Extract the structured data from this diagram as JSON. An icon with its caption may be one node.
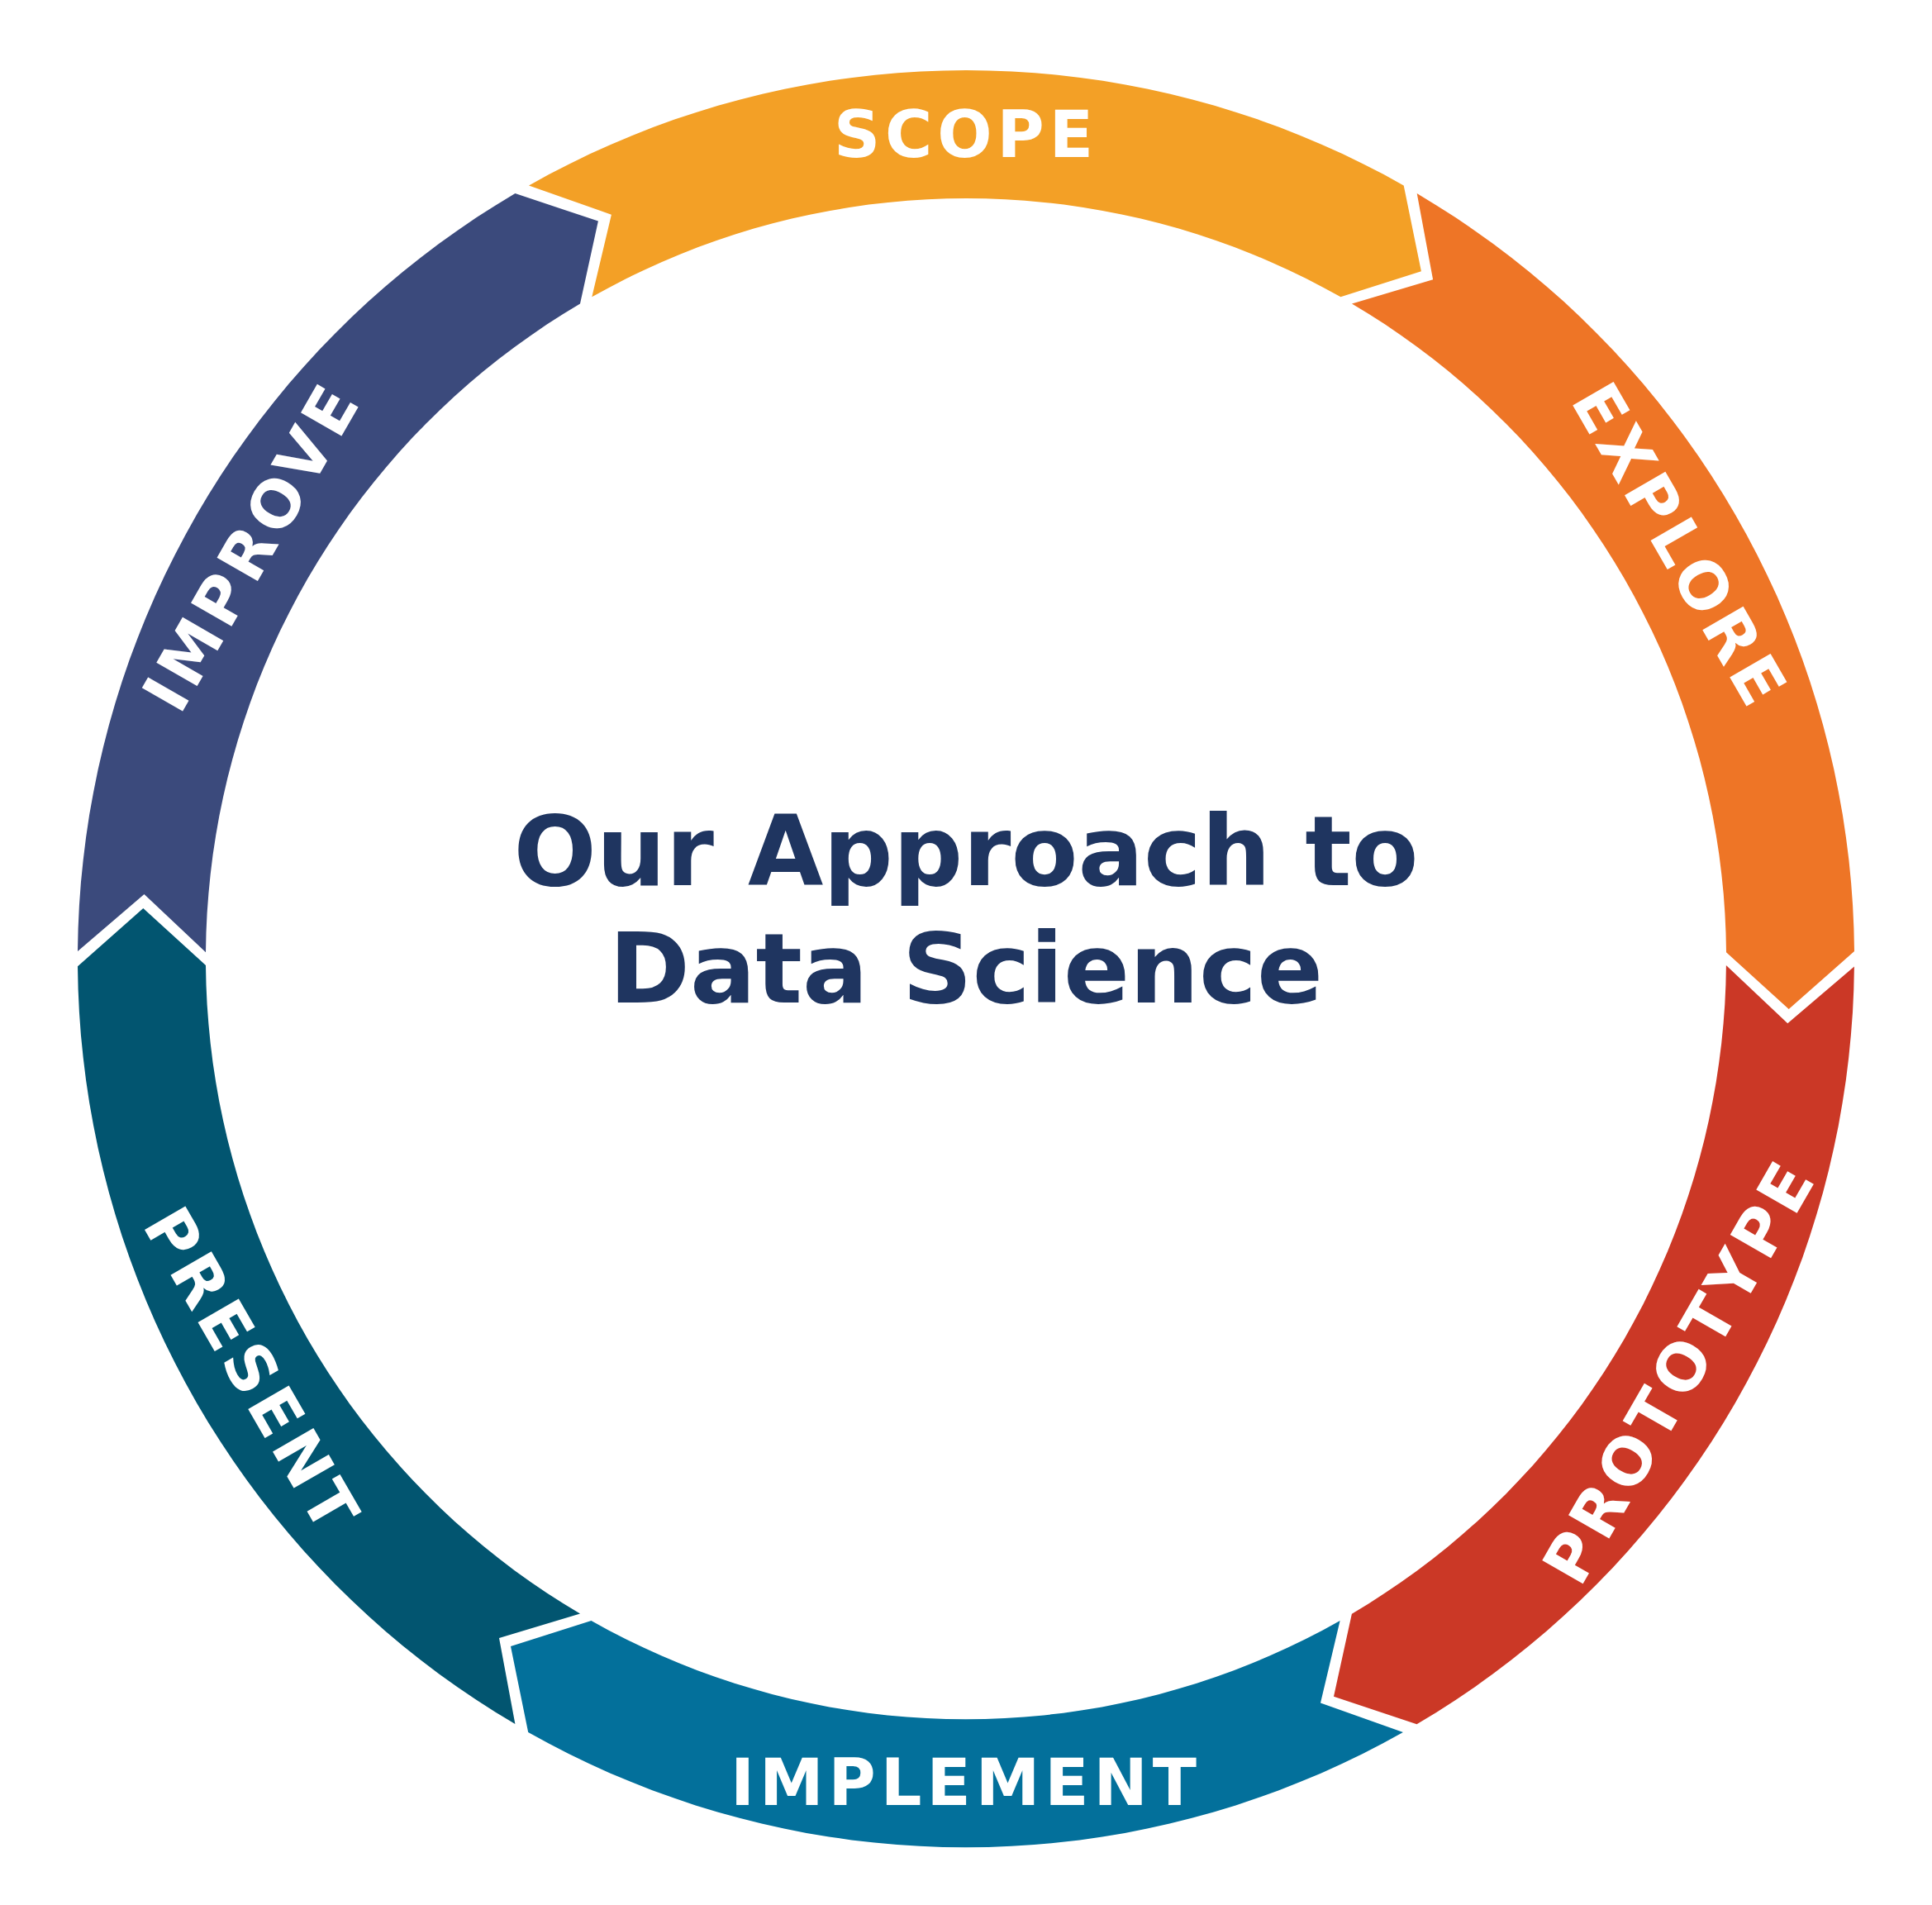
{
  "diagram": {
    "title": "Our Approach to Data Science",
    "nodes": [
      {
        "text": [
          "SCOPE"
        ]
      },
      {
        "text": [
          "EXPLORE"
        ]
      },
      {
        "text": [
          "PROTOTYPE"
        ]
      },
      {
        "text": [
          "IMPLEMENT"
        ]
      },
      {
        "text": [
          "PRESENT"
        ]
      },
      {
        "text": [
          "IMPROVE"
        ]
      }
    ]
  }
}
